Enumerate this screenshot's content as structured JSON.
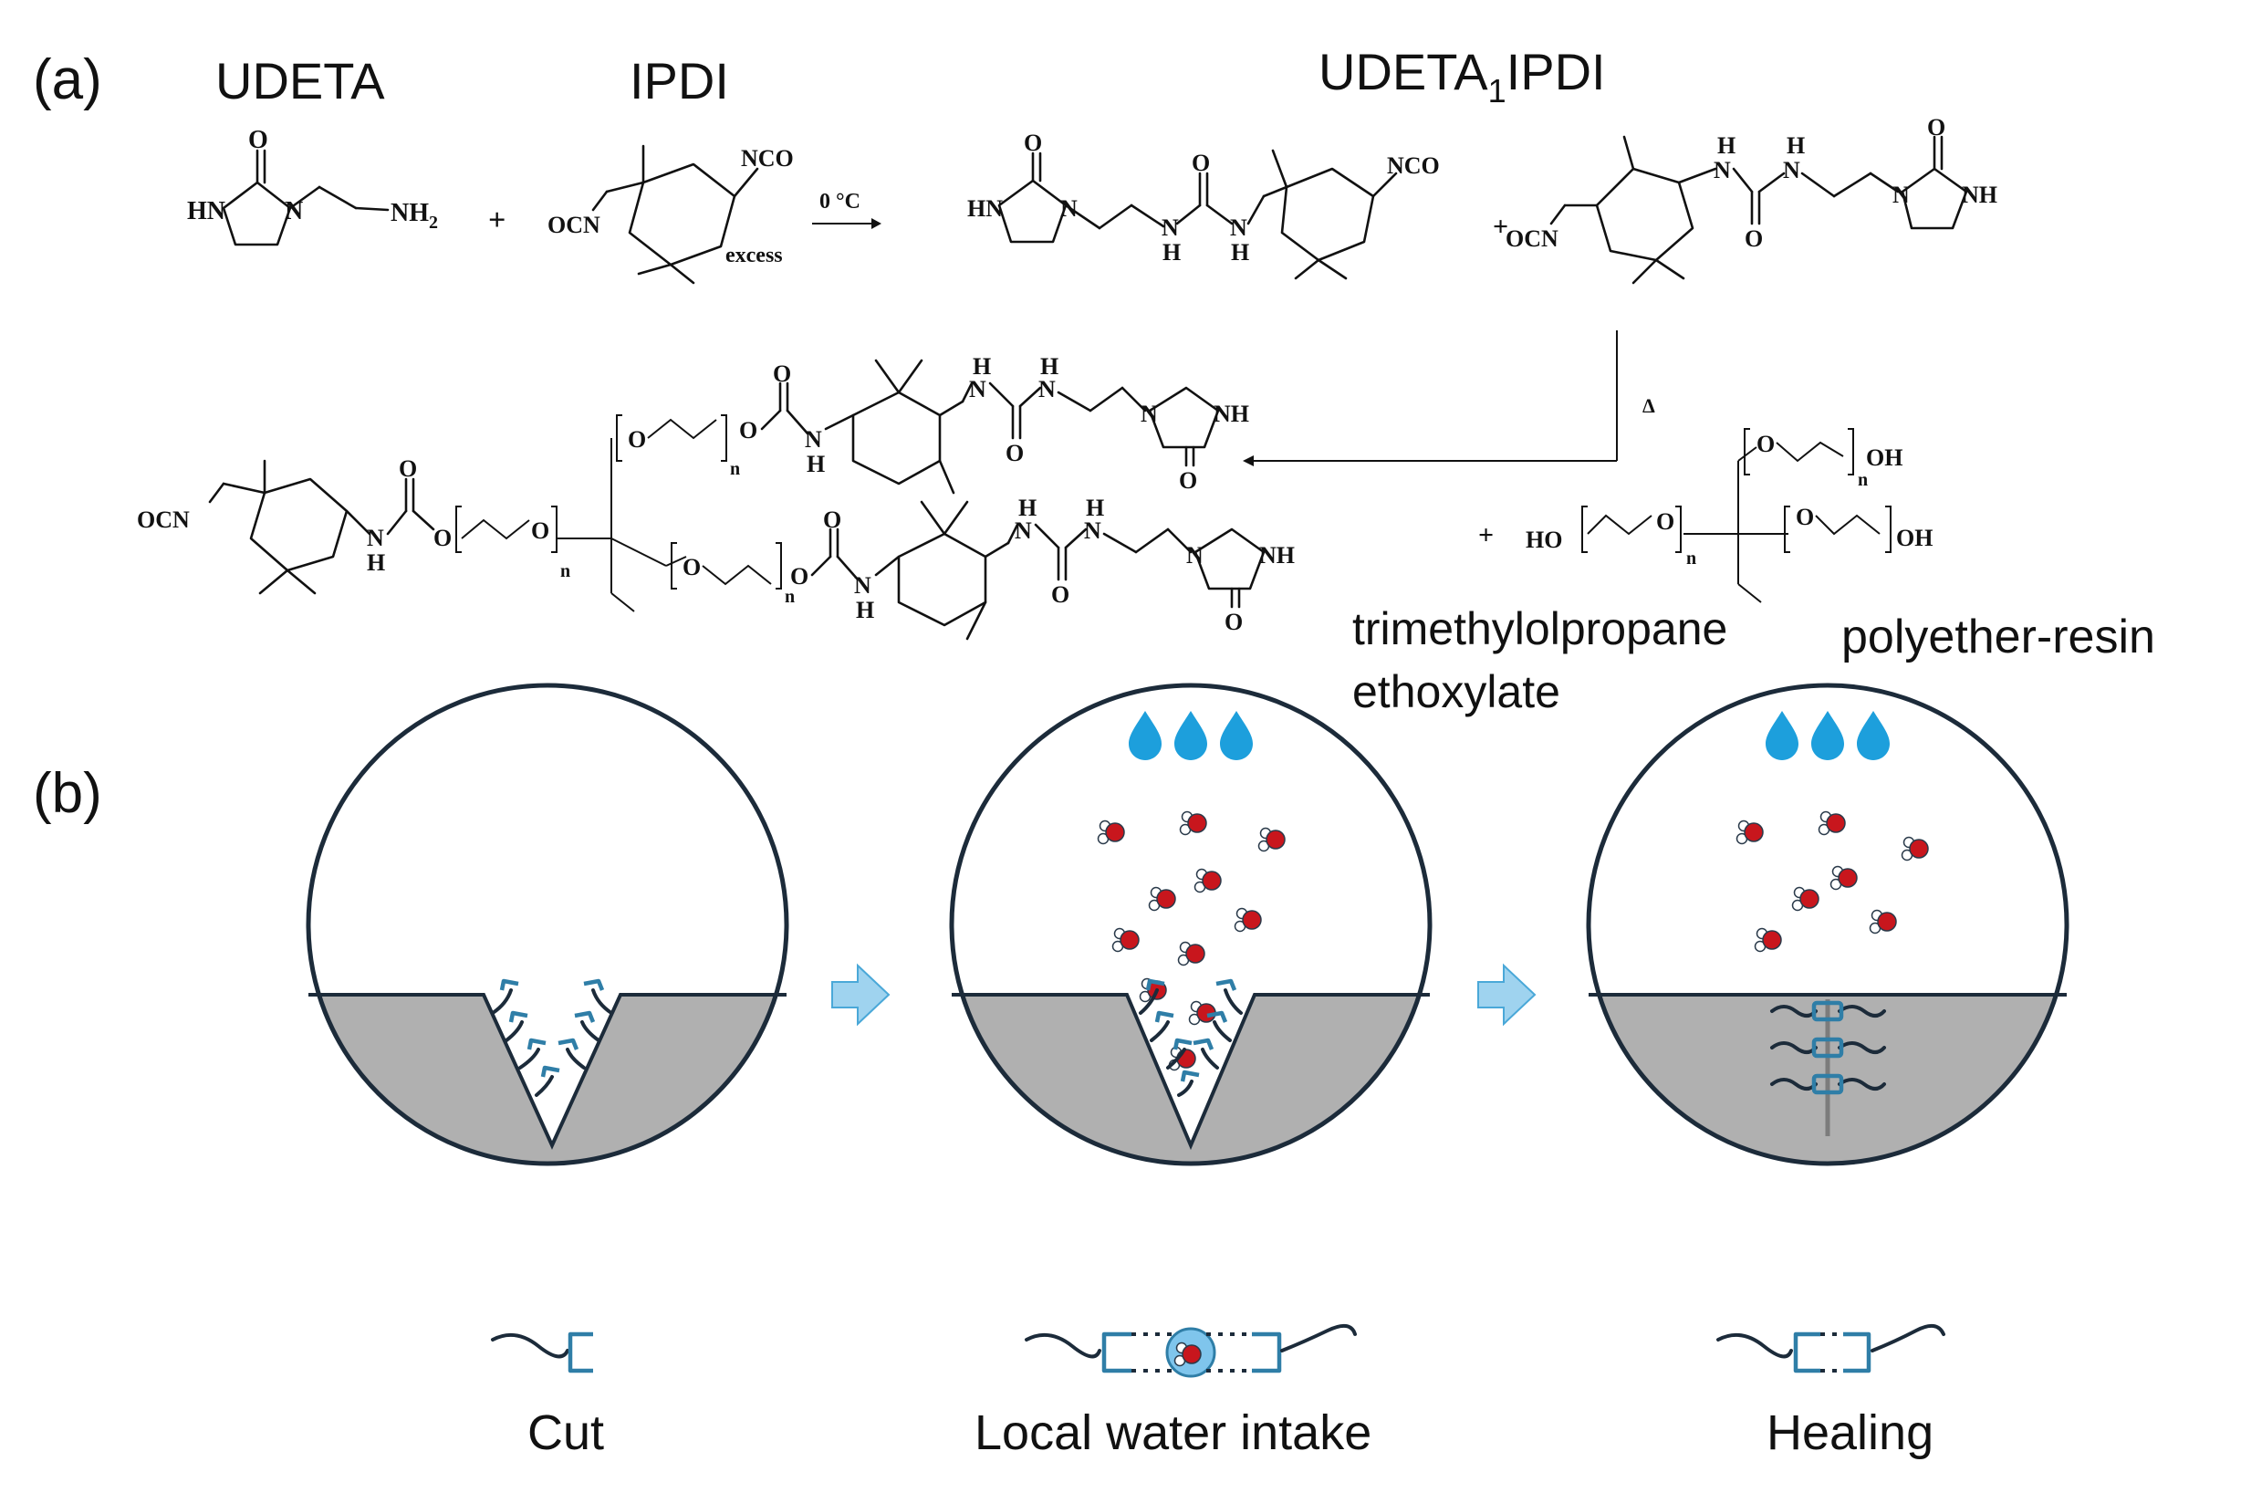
{
  "panel_a": {
    "label": "(a)",
    "udeta": "UDETA",
    "ipdi": "IPDI",
    "product": "UDETA",
    "product_sub": "1",
    "product_tail": "IPDI",
    "condition": "0 °C",
    "excess": "excess",
    "heat": "Δ",
    "reagent1": "trimethylolpropane",
    "reagent2": "ethoxylate",
    "resin": "polyether-resin",
    "atoms": {
      "hn": "HN",
      "n": "N",
      "nh": "NH",
      "nh2": "NH",
      "two": "2",
      "o": "O",
      "nco": "NCO",
      "ocn": "OCN",
      "h": "H",
      "ho": "HO",
      "oh": "OH",
      "sub_n": "n",
      "plus": "+"
    }
  },
  "panel_b": {
    "label": "(b)",
    "stage1": "Cut",
    "stage2": "Local water intake",
    "stage3": "Healing"
  },
  "colors": {
    "polymer": "#b0b0b0",
    "outline": "#1c2b3a",
    "cap": "#2f7ea7",
    "arrow": "#9fd3ef",
    "drop": "#1d9fdc",
    "water_o": "#c8161d"
  },
  "icons": [
    "droplet-icon",
    "arrow-right-icon",
    "water-molecule-icon"
  ]
}
